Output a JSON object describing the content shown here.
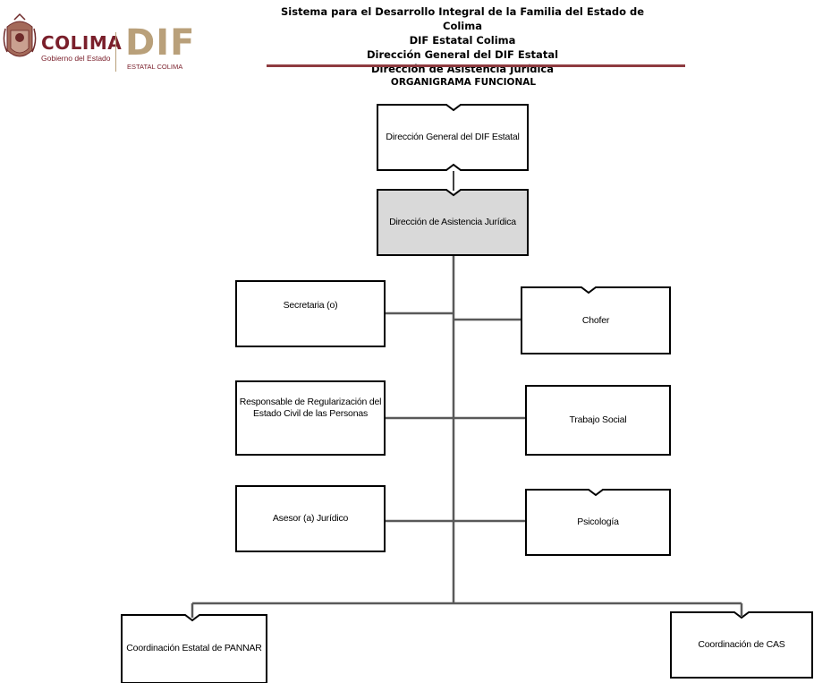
{
  "header": {
    "lines": [
      "Sistema para el Desarrollo Integral de la Familia del Estado de Colima",
      "DIF Estatal Colima",
      "Dirección General del DIF Estatal",
      "Dirección de Asistencia Jurídica"
    ],
    "logo_colima": "COLIMA",
    "logo_gobierno": "Gobierno del Estado",
    "logo_dif": "DIF",
    "logo_dif_sub": "ESTATAL COLIMA",
    "rule_color": "#8e3b40"
  },
  "chart_title": "ORGANIGRAMA FUNCIONAL",
  "org": {
    "general": "Dirección General del DIF Estatal",
    "asistencia": "Dirección de Asistencia Jurídica",
    "highlight_color": "#d9d9d9",
    "left": [
      "Secretaria (o)",
      "Responsable de Regularización del Estado Civil de las Personas",
      "Asesor (a) Jurídico"
    ],
    "right": [
      "Chofer",
      "Trabajo Social",
      "Psicología"
    ],
    "bottom": [
      "Coordinación Estatal de PANNAR",
      "Coordinación de CAS"
    ]
  }
}
